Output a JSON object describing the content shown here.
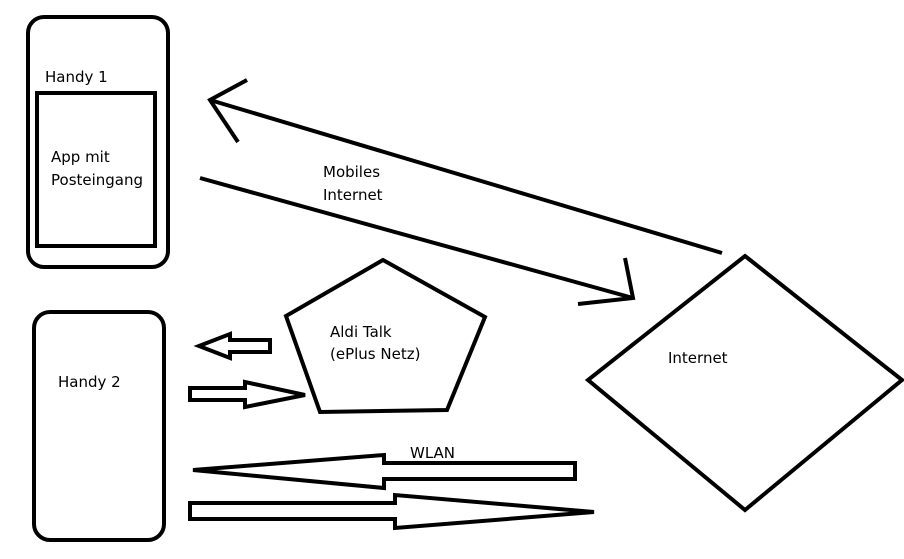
{
  "diagram": {
    "handy1": {
      "label": "Handy 1",
      "screen_label_line1": "App mit",
      "screen_label_line2": "Posteingang"
    },
    "handy2": {
      "label": "Handy 2"
    },
    "provider": {
      "label_line1": "Aldi Talk",
      "label_line2": "(ePlus Netz)"
    },
    "internet": {
      "label": "Internet"
    },
    "mobile_link": {
      "label_line1": "Mobiles",
      "label_line2": "Internet"
    },
    "wlan_link": {
      "label": "WLAN"
    },
    "colors": {
      "stroke": "#000000",
      "background": "#ffffff"
    }
  }
}
